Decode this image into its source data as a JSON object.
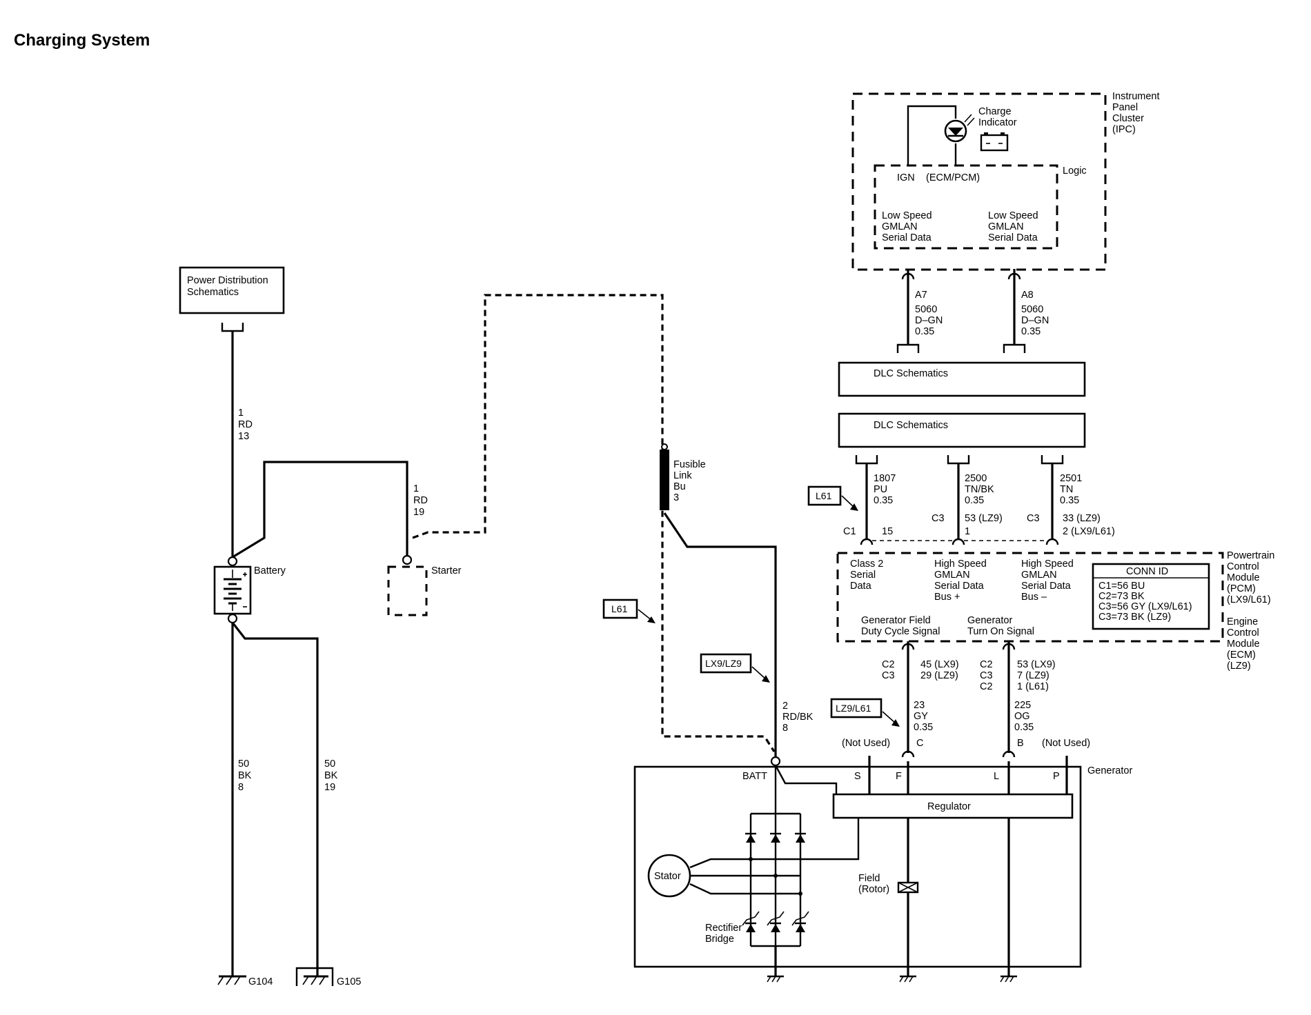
{
  "title": "Charging System",
  "boxes": {
    "power_distribution": [
      "Power Distribution",
      "Schematics"
    ],
    "dlc_top": "DLC Schematics",
    "dlc_bottom": "DLC Schematics"
  },
  "ipc": {
    "name": [
      "Instrument",
      "Panel",
      "Cluster",
      "(IPC)"
    ],
    "charge_indicator": [
      "Charge",
      "Indicator"
    ],
    "logic": "Logic",
    "ign": "IGN",
    "ecm_pcm": "(ECM/PCM)",
    "serial_left": [
      "Low Speed",
      "GMLAN",
      "Serial Data"
    ],
    "serial_right": [
      "Low Speed",
      "GMLAN",
      "Serial Data"
    ]
  },
  "ipc_circuits": {
    "left": [
      "A7",
      "5060",
      "D–GN",
      "0.35"
    ],
    "right": [
      "A8",
      "5060",
      "D–GN",
      "0.35"
    ]
  },
  "battery_circuits": {
    "feed": [
      "1",
      "RD",
      "13"
    ],
    "starter": [
      "1",
      "RD",
      "19"
    ],
    "ground_g104": [
      "50",
      "BK",
      "8"
    ],
    "ground_g105": [
      "50",
      "BK",
      "19"
    ]
  },
  "components": {
    "battery": "Battery",
    "starter": "Starter",
    "fusible_link": [
      "Fusible",
      "Link",
      "Bu",
      "3"
    ],
    "stator": "Stator",
    "rectifier": [
      "Rectifier",
      "Bridge"
    ],
    "field": [
      "Field",
      "(Rotor)"
    ],
    "regulator": "Regulator",
    "generator": "Generator"
  },
  "grounds": {
    "g104": "G104",
    "g105": "G105"
  },
  "option_tags": {
    "l61_top": "L61",
    "l61_left": "L61",
    "lx9_lz9": "LX9/LZ9",
    "lz9_l61": "LZ9/L61"
  },
  "dlc_circuits": {
    "c1": [
      "1807",
      "PU",
      "0.35"
    ],
    "c2": [
      "2500",
      "TN/BK",
      "0.35"
    ],
    "c3": [
      "2501",
      "TN",
      "0.35"
    ]
  },
  "pcm_pins": {
    "c1_conn": "C1",
    "c1_pin": "15",
    "c2_conn": "C3",
    "c2_pin": [
      "53 (LZ9)",
      "1"
    ],
    "c3_conn": "C3",
    "c3_pin": [
      "33 (LZ9)",
      "2 (LX9/L61)"
    ]
  },
  "pcm": {
    "class2": [
      "Class 2",
      "Serial",
      "Data"
    ],
    "hs_plus": [
      "High Speed",
      "GMLAN",
      "Serial Data",
      "Bus +"
    ],
    "hs_minus": [
      "High Speed",
      "GMLAN",
      "Serial Data",
      "Bus –"
    ],
    "gen_field": [
      "Generator Field",
      "Duty Cycle Signal"
    ],
    "gen_on": [
      "Generator",
      "Turn On Signal"
    ],
    "conn_id_title": "CONN ID",
    "conn_id": [
      "C1=56 BU",
      "C2=73 BK",
      "C3=56 GY (LX9/L61)",
      "C3=73 BK (LZ9)"
    ],
    "pcm_label": [
      "Powertrain",
      "Control",
      "Module",
      "(PCM)",
      "(LX9/L61)"
    ],
    "ecm_label": [
      "Engine",
      "Control",
      "Module",
      "(ECM)",
      "(LZ9)"
    ]
  },
  "gen_circuits": {
    "field_conn": [
      "C2",
      "C3"
    ],
    "field_pin": [
      "45 (LX9)",
      "29 (LZ9)"
    ],
    "field_wire": [
      "23",
      "GY",
      "0.35"
    ],
    "field_term": "C",
    "turnon_conn": [
      "C2",
      "C3",
      "C2"
    ],
    "turnon_pin": [
      "53 (LX9)",
      "7 (LZ9)",
      "1 (L61)"
    ],
    "turnon_wire": [
      "225",
      "OG",
      "0.35"
    ],
    "turnon_term": "B",
    "batt_wire": [
      "2",
      "RD/BK",
      "8"
    ]
  },
  "generator_terms": {
    "batt": "BATT",
    "s": "S",
    "f": "F",
    "l": "L",
    "p": "P",
    "not_used_s": "(Not Used)",
    "not_used_p": "(Not Used)"
  }
}
